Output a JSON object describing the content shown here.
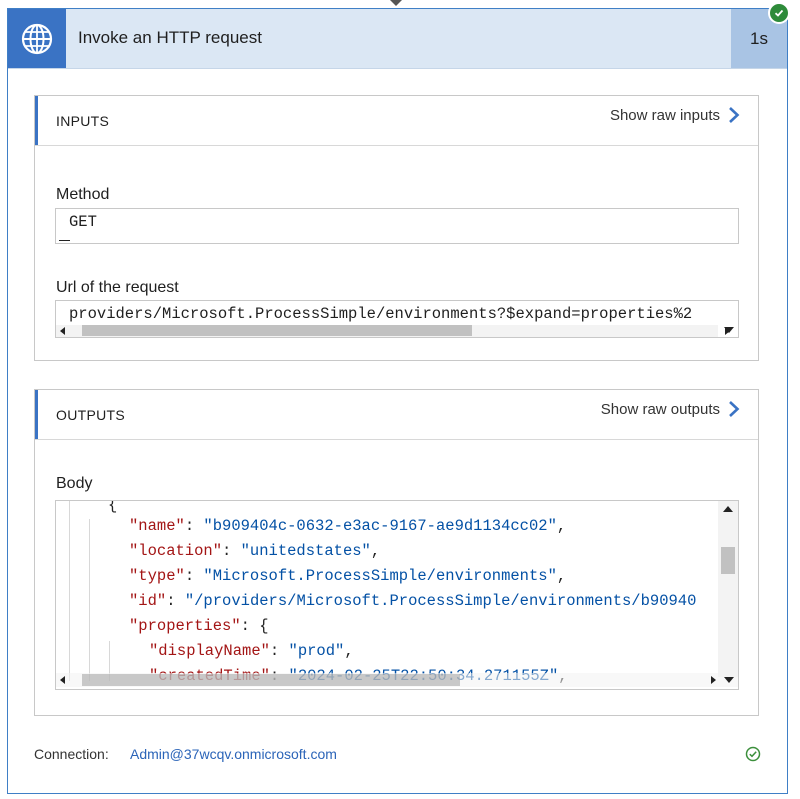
{
  "action": {
    "title": "Invoke an HTTP request",
    "duration": "1s",
    "icon": "globe-icon",
    "status": "succeeded"
  },
  "inputs": {
    "section_title": "INPUTS",
    "raw_link": "Show raw inputs",
    "method_label": "Method",
    "method_value": "GET",
    "url_label": "Url of the request",
    "url_value": "providers/Microsoft.ProcessSimple/environments?$expand=properties%2"
  },
  "outputs": {
    "section_title": "OUTPUTS",
    "raw_link": "Show raw outputs",
    "body_label": "Body",
    "body_lines": [
      {
        "key": "",
        "value": "",
        "text": "{"
      },
      {
        "key": "\"name\"",
        "value": "\"b909404c-0632-e3ac-9167-ae9d1134cc02\""
      },
      {
        "key": "\"location\"",
        "value": "\"unitedstates\""
      },
      {
        "key": "\"type\"",
        "value": "\"Microsoft.ProcessSimple/environments\""
      },
      {
        "key": "\"id\"",
        "value": "\"/providers/Microsoft.ProcessSimple/environments/b90940"
      },
      {
        "key": "\"properties\"",
        "value": "",
        "text": "{"
      },
      {
        "key": "\"displayName\"",
        "value": "\"prod\""
      },
      {
        "key": "\"createdTime\"",
        "value": "\"2024-02-25T22:50:34.271155Z\""
      }
    ]
  },
  "footer": {
    "connection_label": "Connection:",
    "connection_value": "Admin@37wcqv.onmicrosoft.com"
  },
  "colors": {
    "accent": "#3a73c4",
    "header_bg": "#dbe7f4",
    "json_key": "#a31515",
    "json_value": "#0451a5",
    "success": "#2e8b3a"
  }
}
